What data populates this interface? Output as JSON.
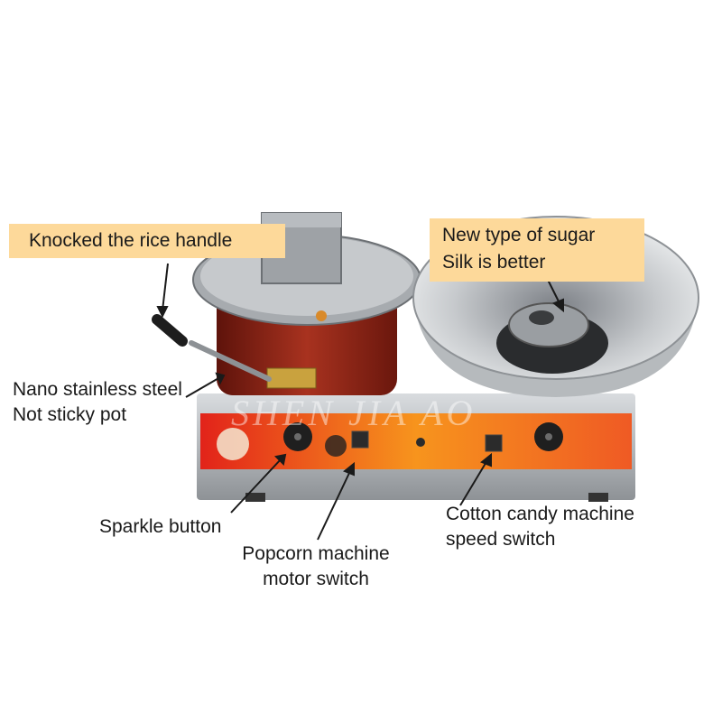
{
  "annotations": {
    "rice_handle": "Knocked the rice handle",
    "sugar_line1": "New type of sugar",
    "sugar_line2": "Silk is better",
    "steel_line1": "Nano stainless steel",
    "steel_line2": "Not sticky pot",
    "sparkle": "Sparkle button",
    "popcorn_line1": "Popcorn machine",
    "popcorn_line2": "motor switch",
    "cotton_line1": "Cotton candy machine",
    "cotton_line2": "speed switch"
  },
  "watermark": "SHEN JIA AO",
  "colors": {
    "callout_fill": "#fdd99a",
    "steel": "#b9bdc1",
    "panel_red": "#e2231a",
    "panel_orange": "#f7941d",
    "pot_red": "#8e1f12"
  }
}
